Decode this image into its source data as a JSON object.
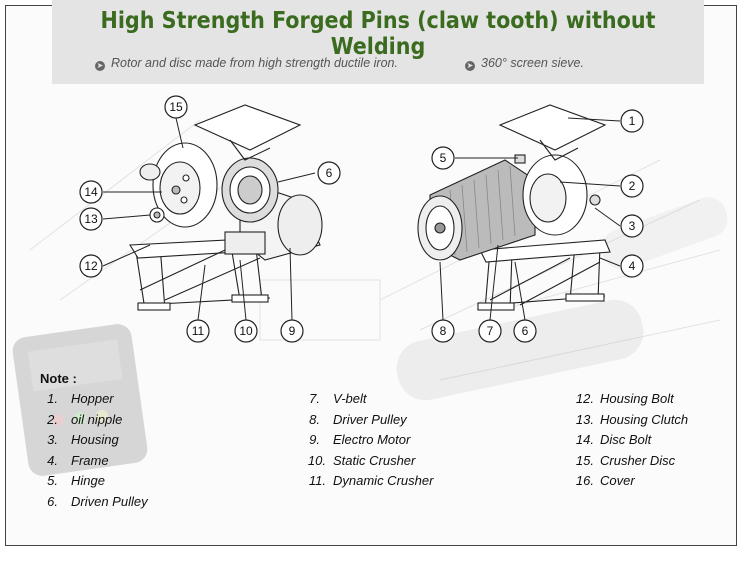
{
  "title": "High Strength Forged Pins (claw tooth) without Welding",
  "features": [
    {
      "icon": "arrow-circle-icon",
      "text": "Rotor and disc made from high strength ductile iron."
    },
    {
      "icon": "arrow-circle-icon",
      "text": "360° screen sieve."
    }
  ],
  "left_callouts": [
    "15",
    "14",
    "13",
    "12",
    "11",
    "10",
    "9",
    "6"
  ],
  "right_callouts": [
    "1",
    "5",
    "2",
    "3",
    "4",
    "8",
    "7",
    "6"
  ],
  "note_title": "Note :",
  "notes": [
    {
      "num": "1.",
      "label": "Hopper"
    },
    {
      "num": "2.",
      "label": "oil nipple"
    },
    {
      "num": "3.",
      "label": "Housing"
    },
    {
      "num": "4.",
      "label": "Frame"
    },
    {
      "num": "5.",
      "label": "Hinge"
    },
    {
      "num": "6.",
      "label": "Driven Pulley"
    },
    {
      "num": "7.",
      "label": "V-belt"
    },
    {
      "num": "8.",
      "label": "Driver Pulley"
    },
    {
      "num": "9.",
      "label": "Electro Motor"
    },
    {
      "num": "10.",
      "label": "Static Crusher"
    },
    {
      "num": "11.",
      "label": "Dynamic Crusher"
    },
    {
      "num": "12.",
      "label": "Housing Bolt"
    },
    {
      "num": "13.",
      "label": "Housing Clutch"
    },
    {
      "num": "14.",
      "label": "Disc Bolt"
    },
    {
      "num": "15.",
      "label": "Crusher Disc"
    },
    {
      "num": "16.",
      "label": "Cover"
    }
  ]
}
